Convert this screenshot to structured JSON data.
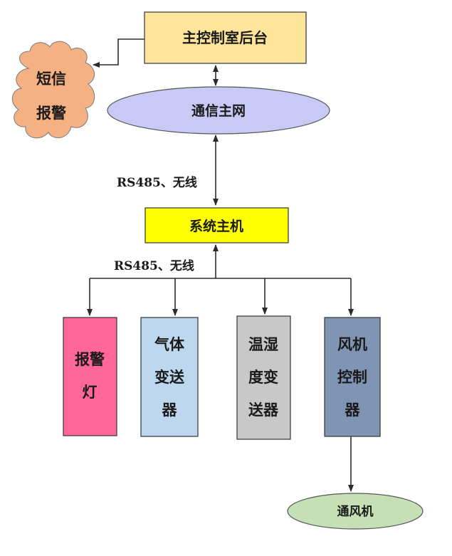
{
  "nodes": {
    "backend": {
      "label": "主控制室后台",
      "color": "#ffe599"
    },
    "sms_alarm": {
      "lines": [
        "短信",
        "报警"
      ],
      "color": "#f4b183"
    },
    "comm_net": {
      "label": "通信主网",
      "color": "#c9c9f5"
    },
    "host": {
      "label": "系统主机",
      "color": "#ffff00"
    },
    "alarm_lamp": {
      "lines": [
        "报警",
        "灯"
      ],
      "color": "#ff6699"
    },
    "gas": {
      "lines": [
        "气体",
        "变送",
        "器"
      ],
      "color": "#bdd7ee"
    },
    "temp_hum": {
      "lines": [
        "温湿",
        "度变",
        "送器"
      ],
      "color": "#c8c8c8"
    },
    "fan_ctrl": {
      "lines": [
        "风机",
        "控制",
        "器"
      ],
      "color": "#7f95b3"
    },
    "fan": {
      "label": "通风机",
      "color": "#c5e0b4"
    }
  },
  "edge_labels": {
    "upper": "RS485、无线",
    "lower": "RS485、无线"
  }
}
